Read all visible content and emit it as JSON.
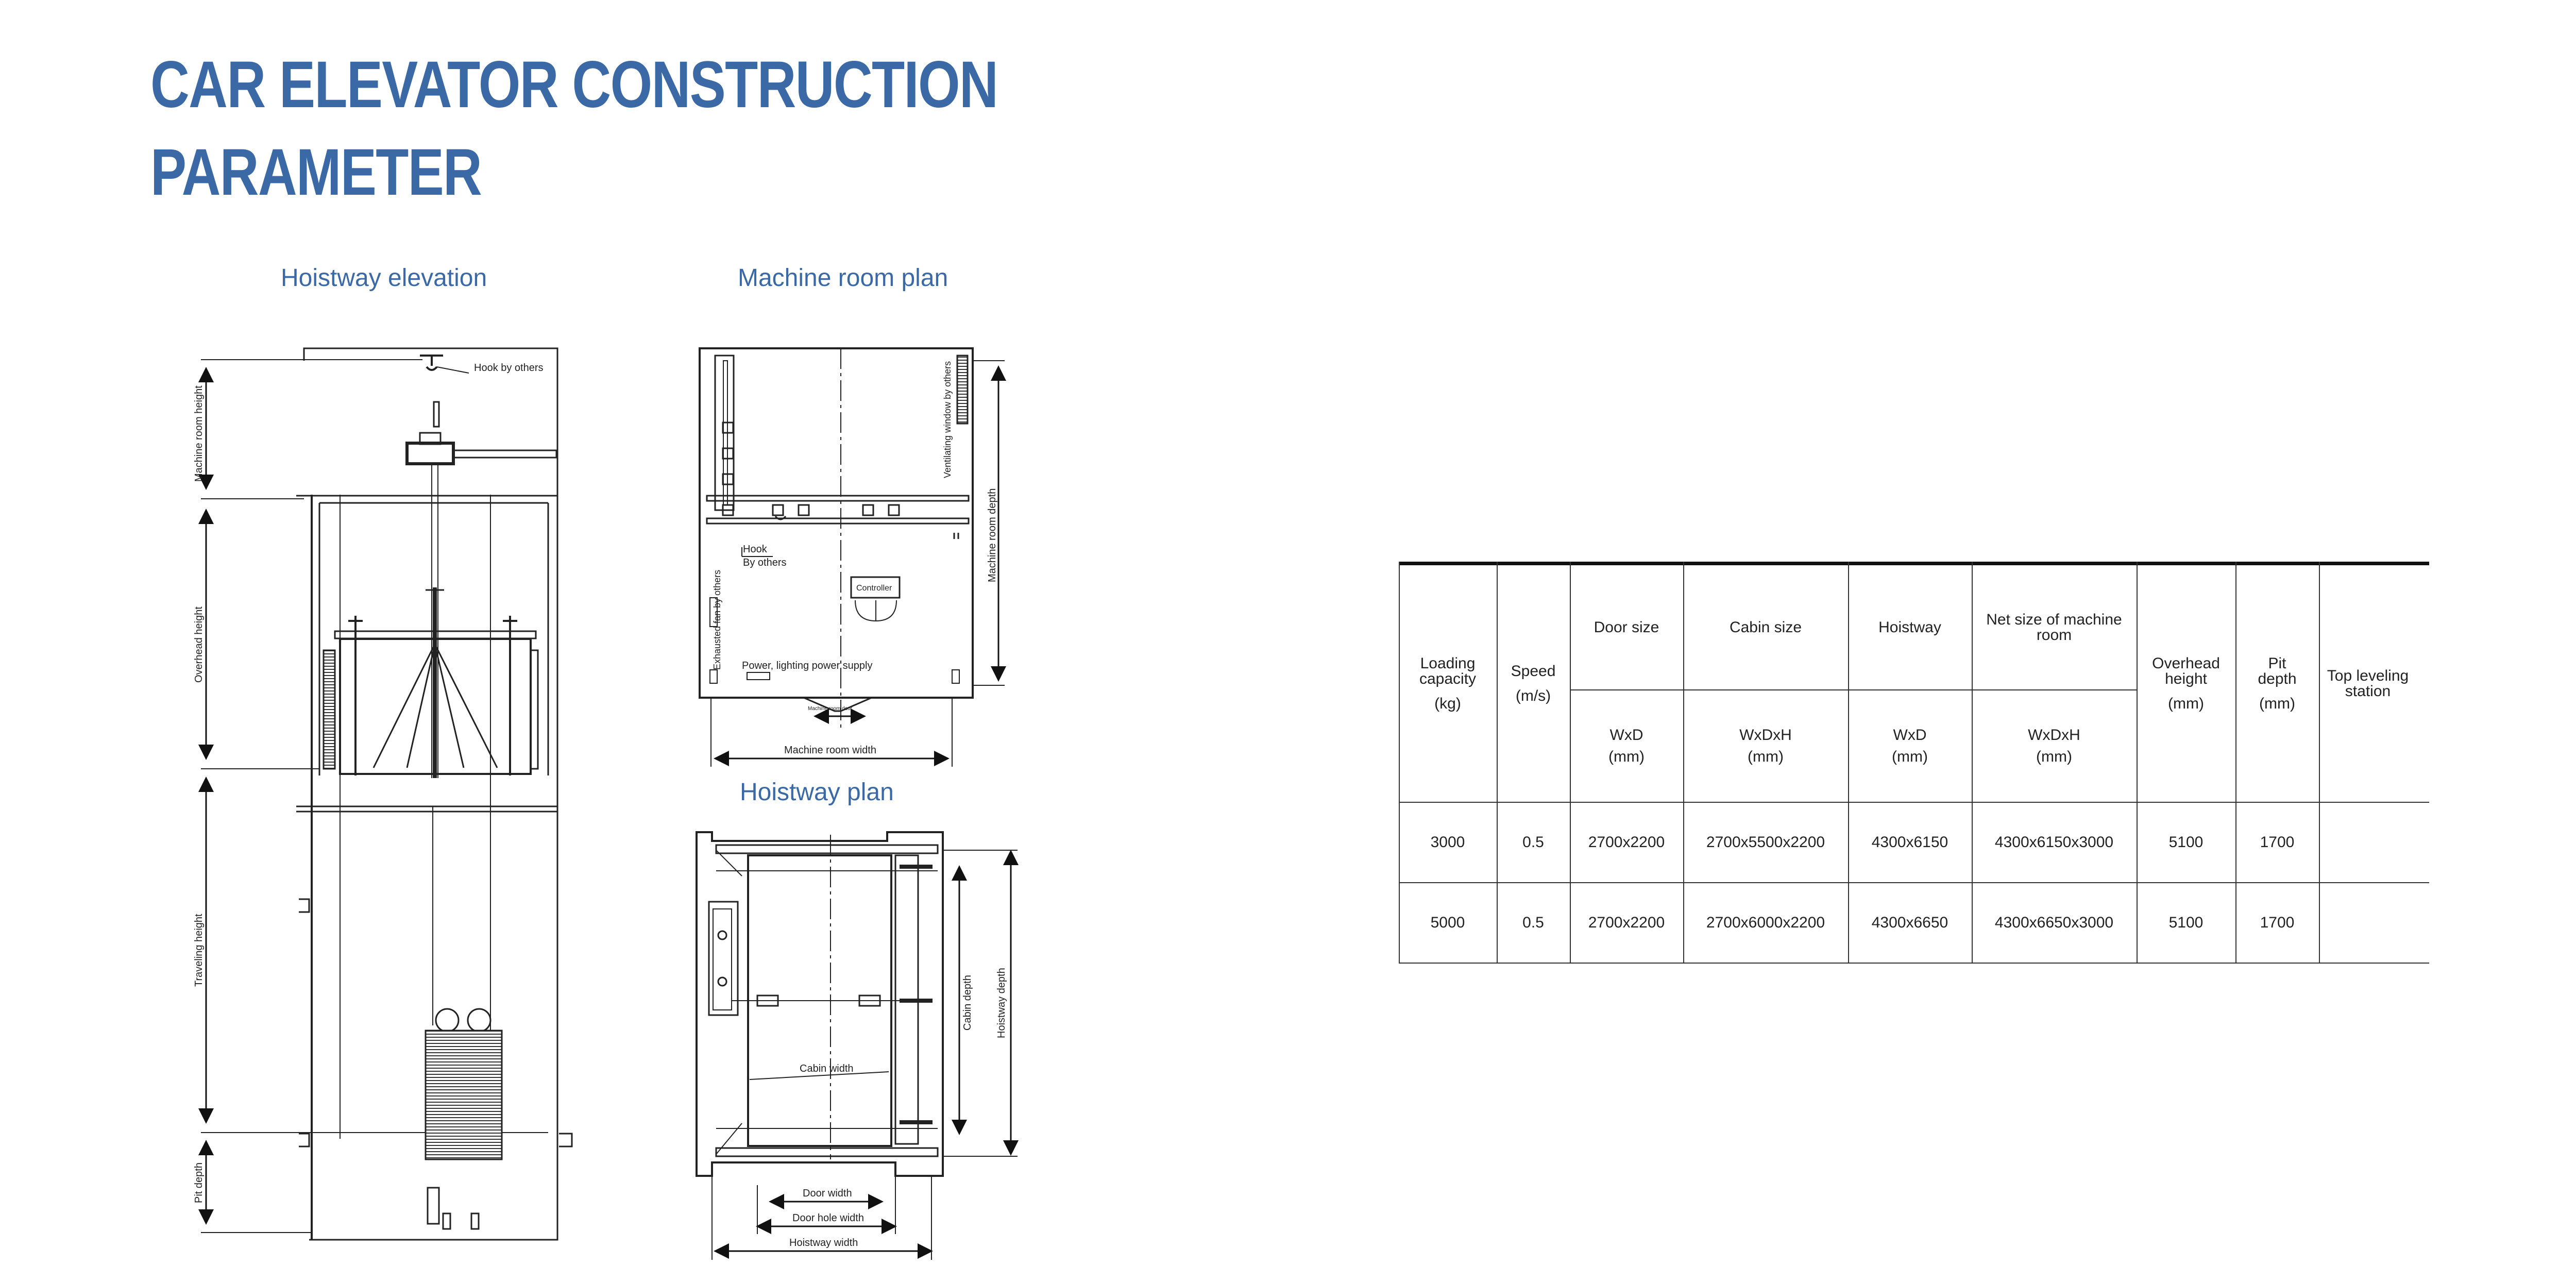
{
  "page": {
    "title_line1": "CAR ELEVATOR CONSTRUCTION",
    "title_line2": "PARAMETER"
  },
  "sections": {
    "hoistway_elevation": "Hoistway elevation",
    "machine_room_plan": "Machine room plan",
    "hoistway_plan": "Hoistway plan"
  },
  "elevation": {
    "hook": "Hook by others",
    "machine_room_height": "Machine room height",
    "overhead_height": "Overhead height",
    "traveling_height": "Traveling height",
    "pit_depth": "Pit depth"
  },
  "machine_room": {
    "ventilating_window": "Ventilating window by others",
    "machine_room_depth": "Machine room depth",
    "hook_line1": "Hook",
    "hook_line2": "By others",
    "controller": "Controller",
    "exhaust_fan": "Exhausted fan by others",
    "power": "Power, lighting power supply",
    "machine_room_door": "Machine room door",
    "machine_room_width": "Machine room width"
  },
  "hoistway_plan": {
    "cabin_depth": "Cabin depth",
    "hoistway_depth": "Hoistway depth",
    "cabin_width": "Cabin width",
    "door_width": "Door width",
    "door_hole_width": "Door hole width",
    "hoistway_width": "Hoistway width"
  },
  "table": {
    "headers": {
      "loading_capacity": "Loading capacity",
      "loading_unit": "(kg)",
      "speed": "Speed",
      "speed_unit": "(m/s)",
      "door_size": "Door size",
      "cabin_size": "Cabin size",
      "hoistway": "Hoistway",
      "net_size": "Net size of machine room",
      "overhead": "Overhead height",
      "overhead_unit": "(mm)",
      "pit": "Pit depth",
      "pit_unit": "(mm)",
      "top_leveling": "Top leveling station"
    },
    "subheaders": {
      "door": "WxD\n(mm)",
      "cabin": "WxDxH\n(mm)",
      "hoistway": "WxD\n(mm)",
      "net": "WxDxH\n(mm)"
    },
    "rows": [
      {
        "load": "3000",
        "speed": "0.5",
        "door": "2700x2200",
        "cabin": "2700x5500x2200",
        "hoistway": "4300x6150",
        "net": "4300x6150x3000",
        "overhead": "5100",
        "pit": "1700",
        "top": ""
      },
      {
        "load": "5000",
        "speed": "0.5",
        "door": "2700x2200",
        "cabin": "2700x6000x2200",
        "hoistway": "4300x6650",
        "net": "4300x6650x3000",
        "overhead": "5100",
        "pit": "1700",
        "top": ""
      }
    ]
  }
}
